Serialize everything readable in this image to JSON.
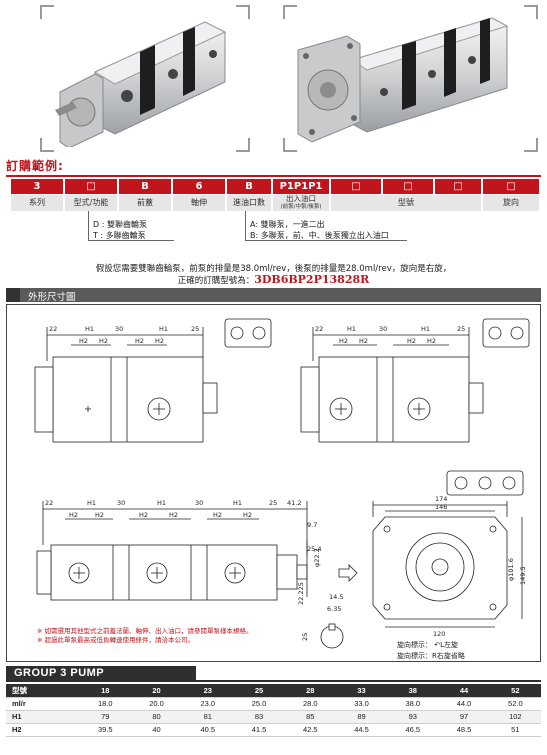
{
  "order": {
    "title": "訂購範例:",
    "codes": [
      {
        "code": "3",
        "label": "系列"
      },
      {
        "code": "□",
        "label": "型式/功能"
      },
      {
        "code": "B",
        "label": "前蓋"
      },
      {
        "code": "6",
        "label": "軸伸"
      },
      {
        "code": "B",
        "label": "進油口數"
      },
      {
        "code": "P1P1P1",
        "label": "出入油口",
        "sublabel": "(前泵/中泵/後泵)"
      },
      {
        "code": "□",
        "label": ""
      },
      {
        "code": "□",
        "label": "型號"
      },
      {
        "code": "□",
        "label": ""
      },
      {
        "code": "□",
        "label": "旋向"
      }
    ],
    "function_notes": [
      "D : 雙聯齒輪泵",
      "T : 多聯齒輪泵"
    ],
    "inlet_notes": [
      "A: 雙聯泵，一進二出",
      "B: 多聯泵，前、中、後泵獨立出入油口"
    ]
  },
  "example": {
    "line1": "假設您需要雙聯齒輪泵，前泵的排量是38.0ml/rev，後泵的排量是28.0ml/rev，旋向是右旋，",
    "line2_prefix": "正確的訂購型號為：",
    "model": "3DB6BP2P13828R"
  },
  "section": {
    "title": "外形尺寸圖"
  },
  "drawing": {
    "dims_top_left": [
      "22",
      "H1",
      "30",
      "H1",
      "25"
    ],
    "dims_sub": [
      "H2",
      "H2"
    ],
    "dims_triple": [
      "22",
      "H1",
      "30",
      "H1",
      "30",
      "H1",
      "25",
      "41.2"
    ],
    "dims_right": [
      "174",
      "146",
      "120",
      "149.5",
      "25.4",
      "9.7",
      "22.225",
      "14.5",
      "6.35",
      "25"
    ],
    "phi_labels": [
      "φ101.6",
      "φ22.2"
    ],
    "notes_red": [
      "※ 如需選用其他型式之前蓋法蘭、軸伸、出入油口，請參閱單泵樣本規格。",
      "※ 超過此單泵最高或低負轉速使用條件，請洽本公司。"
    ],
    "rotation": [
      "旋向標示：",
      "L左旋",
      "旋向標示：R右旋省略"
    ]
  },
  "group": {
    "title": "GROUP 3 PUMP"
  },
  "spec_table": {
    "headers": [
      "型號",
      "18",
      "20",
      "23",
      "25",
      "28",
      "33",
      "38",
      "44",
      "52"
    ],
    "rows": [
      [
        "ml/r",
        "18.0",
        "20.0",
        "23.0",
        "25.0",
        "28.0",
        "33.0",
        "38.0",
        "44.0",
        "52.0"
      ],
      [
        "H1",
        "79",
        "80",
        "81",
        "83",
        "85",
        "89",
        "93",
        "97",
        "102"
      ],
      [
        "H2",
        "39.5",
        "40",
        "40.5",
        "41.5",
        "42.5",
        "44.5",
        "46.5",
        "48.5",
        "51"
      ]
    ]
  },
  "colors": {
    "accent_red": "#c0151c",
    "dark_gray": "#2f2f2f",
    "section_gray": "#5a5a5a"
  }
}
